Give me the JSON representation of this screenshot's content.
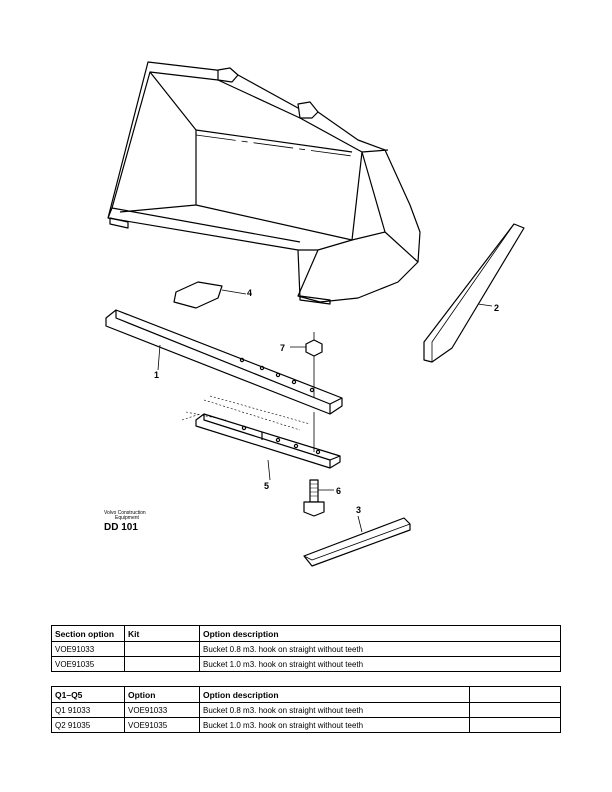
{
  "drawing": {
    "brand_line1": "Volvo Construction",
    "brand_line2": "Equipment",
    "code": "DD 101",
    "callouts": [
      "1",
      "2",
      "3",
      "4",
      "5",
      "6",
      "7"
    ]
  },
  "section_table": {
    "headers": [
      "Section option",
      "Kit",
      "Option description"
    ],
    "rows": [
      [
        "VOE91033",
        "",
        "Bucket 0.8 m3. hook on straight without teeth"
      ],
      [
        "VOE91035",
        "",
        "Bucket 1.0 m3. hook on straight without teeth"
      ]
    ]
  },
  "q_table": {
    "headers": [
      "Q1–Q5",
      "Option",
      "Option description",
      ""
    ],
    "rows": [
      [
        "Q1 91033",
        "VOE91033",
        "Bucket 0.8 m3. hook on straight without teeth",
        ""
      ],
      [
        "Q2 91035",
        "VOE91035",
        "Bucket 1.0 m3. hook on straight without teeth",
        ""
      ]
    ]
  }
}
